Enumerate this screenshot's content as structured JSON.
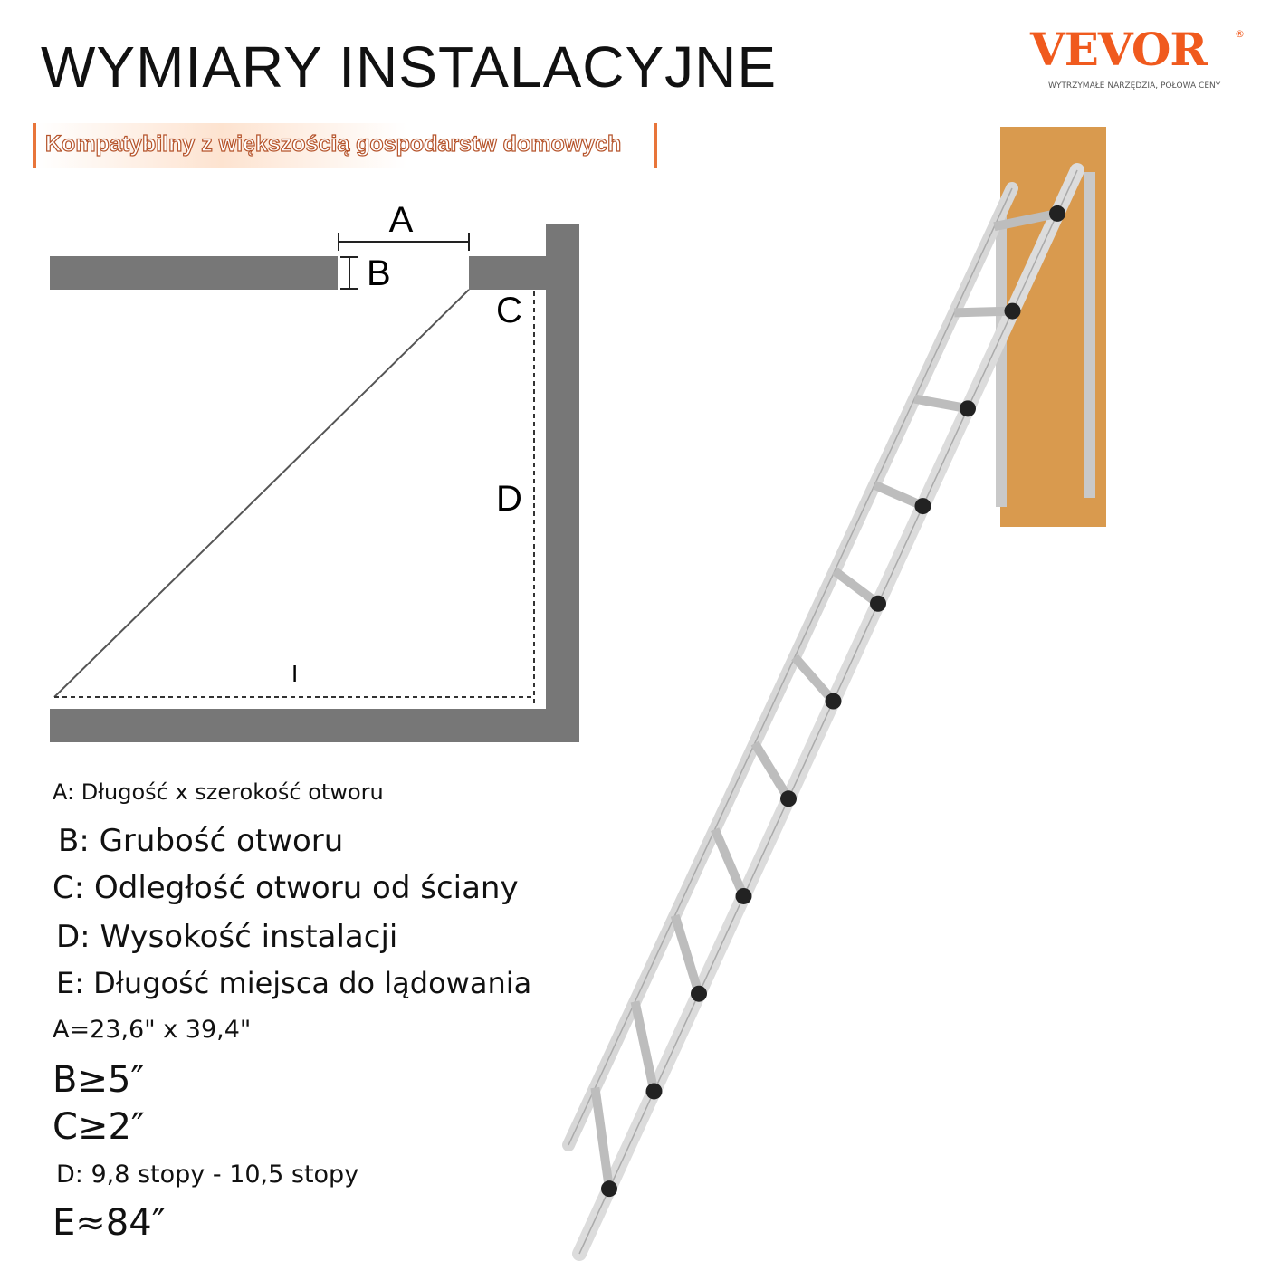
{
  "title": "WYMIARY INSTALACYJNE",
  "brand": {
    "name": "VEVOR",
    "registered": "®",
    "tagline": "WYTRZYMAŁE NARZĘDZIA, POŁOWA CENY",
    "color": "#f05a1e"
  },
  "banner": "Kompatybilny z większością gospodarstw domowych",
  "diagram": {
    "labels": {
      "a": "A",
      "b": "B",
      "c": "C",
      "d": "D",
      "e": "I"
    }
  },
  "legend": [
    "A: Długość x szerokość otworu",
    "B: Grubość otworu",
    "C: Odległość otworu od ściany",
    "D: Wysokość instalacji",
    "E: Długość miejsca do lądowania"
  ],
  "values": [
    "A=23,6\" x 39,4\"",
    "B≥5″",
    "C≥2″",
    "D: 9,8 stopy - 10,5 stopy",
    "E≈84″"
  ]
}
